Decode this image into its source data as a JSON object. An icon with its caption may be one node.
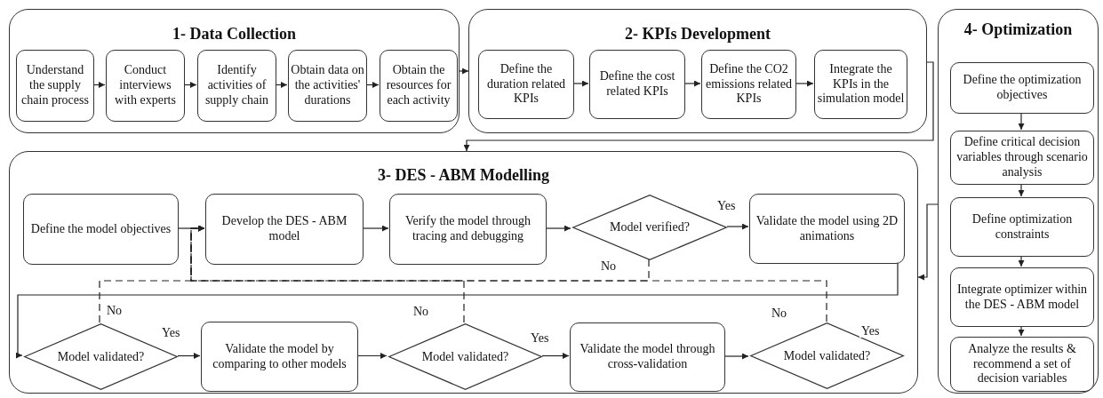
{
  "diagram": {
    "nodes": [
      {
        "text": [
          "1- Data Collection"
        ]
      },
      {
        "text": [
          "Understand the supply chain process"
        ],
        "in": 0
      },
      {
        "text": [
          "Conduct interviews with experts"
        ],
        "in": 0
      },
      {
        "text": [
          "Identify activities of supply chain"
        ],
        "in": 0
      },
      {
        "text": [
          "Obtain data on the activities' durations"
        ],
        "in": 0
      },
      {
        "text": [
          "Obtain the resources for each activity"
        ],
        "in": 0
      },
      {
        "text": [
          "2- KPIs Development"
        ]
      },
      {
        "text": [
          "Define the duration related KPIs"
        ],
        "in": 6
      },
      {
        "text": [
          "Define the cost related KPIs"
        ],
        "in": 6
      },
      {
        "text": [
          "Define the CO2 emissions related KPIs"
        ],
        "in": 6
      },
      {
        "text": [
          "Integrate the KPIs in the simulation model"
        ],
        "in": 6
      },
      {
        "text": [
          "3- DES - ABM Modelling"
        ]
      },
      {
        "text": [
          "Define the model objectives"
        ],
        "in": 11
      },
      {
        "text": [
          "Develop the DES - ABM model"
        ],
        "in": 11
      },
      {
        "text": [
          "Verify the model through tracing and debugging"
        ],
        "in": 11
      },
      {
        "text": [
          "Model verified?"
        ],
        "in": 11
      },
      {
        "text": [
          "Validate the model using 2D animations"
        ],
        "in": 11
      },
      {
        "text": [
          "Model validated?"
        ],
        "in": 11
      },
      {
        "text": [
          "Validate the model by comparing to other models"
        ],
        "in": 11
      },
      {
        "text": [
          "Model validated?"
        ],
        "in": 11
      },
      {
        "text": [
          "Validate the model through cross-validation"
        ],
        "in": 11
      },
      {
        "text": [
          "Model validated?"
        ],
        "in": 11,
        "beside": [
          "Yes"
        ]
      },
      {
        "text": [
          "4- Optimization"
        ]
      },
      {
        "text": [
          "Define the optimization objectives"
        ],
        "in": 22
      },
      {
        "text": [
          "Define critical decision variables through scenario analysis"
        ],
        "in": 22
      },
      {
        "text": [
          "Define optimization constraints"
        ],
        "in": 22
      },
      {
        "text": [
          "Integrate optimizer within the DES - ABM model"
        ],
        "in": 22
      },
      {
        "text": [
          "Analyze the results & recommend a set of decision variables"
        ],
        "in": 22
      }
    ],
    "edges": [
      {
        "from": 1,
        "to": 2,
        "arrow": "to"
      },
      {
        "from": 2,
        "to": 3,
        "arrow": "to"
      },
      {
        "from": 3,
        "to": 4,
        "arrow": "to"
      },
      {
        "from": 4,
        "to": 5,
        "arrow": "to"
      },
      {
        "from": 0,
        "to": 6,
        "arrow": "to"
      },
      {
        "from": 7,
        "to": 8,
        "arrow": "to"
      },
      {
        "from": 8,
        "to": 9,
        "arrow": "to"
      },
      {
        "from": 9,
        "to": 10,
        "arrow": "to"
      },
      {
        "from": 6,
        "to": 11,
        "arrow": "to"
      },
      {
        "from": 12,
        "to": 13,
        "arrow": "to"
      },
      {
        "from": 13,
        "to": 14,
        "arrow": "to"
      },
      {
        "from": 14,
        "to": 15,
        "arrow": "to"
      },
      {
        "from": 15,
        "to": 16,
        "arrow": "to",
        "label": "Yes"
      },
      {
        "from": 15,
        "to": 13,
        "arrow": "to",
        "label": "No",
        "style": "dashed"
      },
      {
        "from": 16,
        "to": 17,
        "arrow": "to"
      },
      {
        "from": 17,
        "to": 13,
        "arrow": "to",
        "label": "No",
        "style": "dashed"
      },
      {
        "from": 17,
        "to": 18,
        "arrow": "to",
        "label": "Yes"
      },
      {
        "from": 18,
        "to": 19,
        "arrow": "to"
      },
      {
        "from": 19,
        "to": 20,
        "arrow": "to",
        "label": "Yes"
      },
      {
        "from": 19,
        "to": 13,
        "arrow": "to",
        "label": "No",
        "style": "dashed"
      },
      {
        "from": 20,
        "to": 21,
        "arrow": "to"
      },
      {
        "from": 21,
        "to": 13,
        "arrow": "to",
        "label": "No",
        "style": "dashed"
      },
      {
        "from": 22,
        "to": 11,
        "arrow": "to"
      },
      {
        "from": 23,
        "to": 24,
        "arrow": "to"
      },
      {
        "from": 24,
        "to": 25,
        "arrow": "to"
      },
      {
        "from": 25,
        "to": 26,
        "arrow": "to"
      },
      {
        "from": 26,
        "to": 27,
        "arrow": "to"
      }
    ]
  }
}
